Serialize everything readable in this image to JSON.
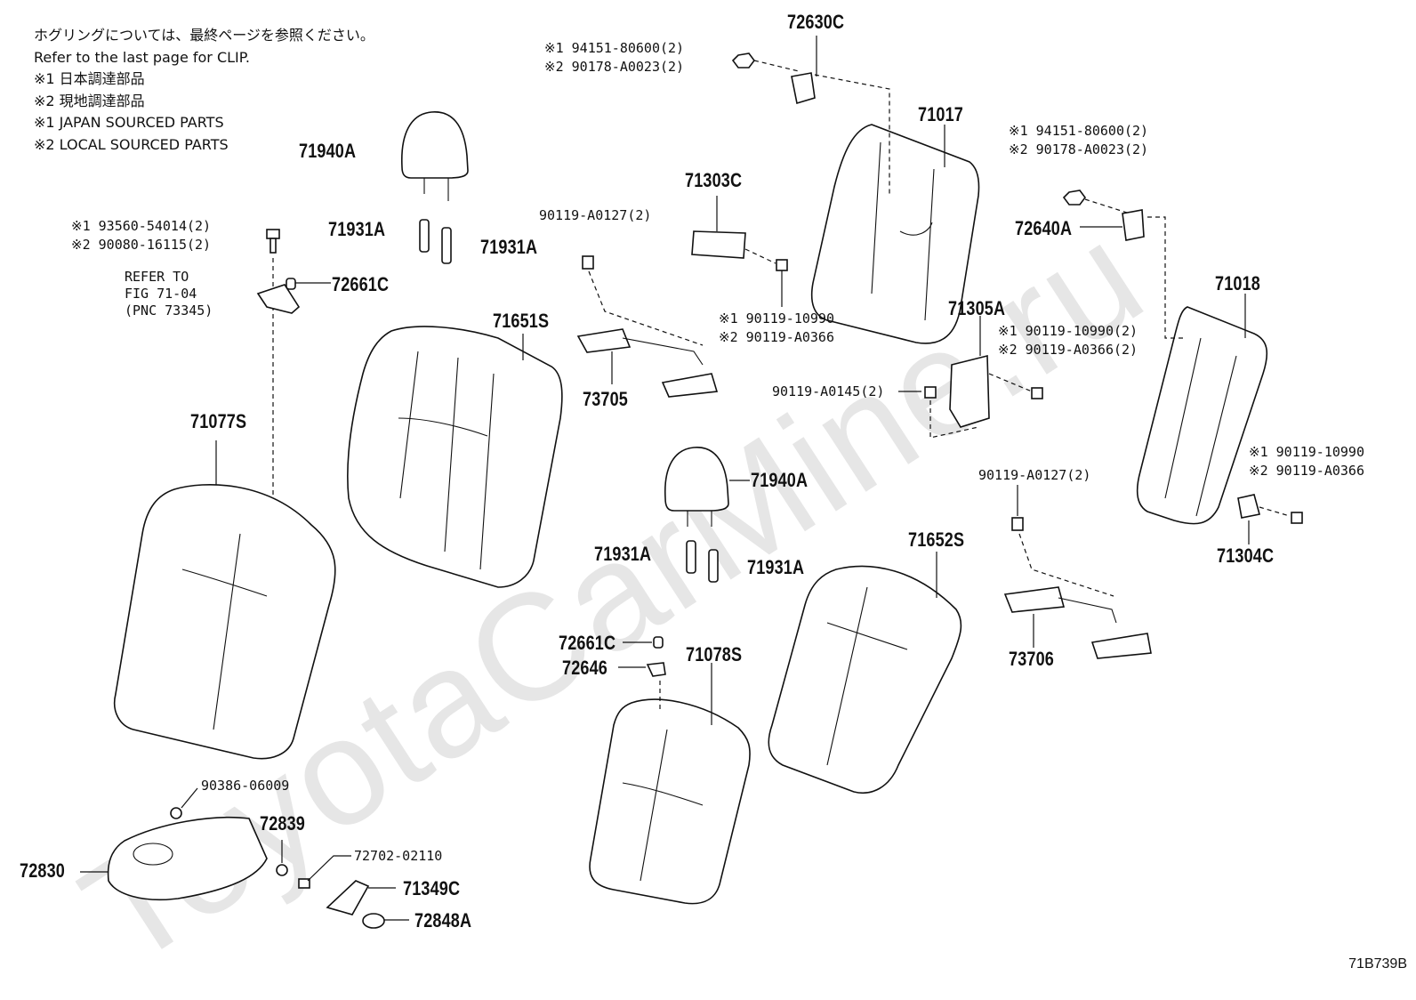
{
  "notes": [
    "ホグリングについては、最終ページを参照ください。",
    "Refer to the last page for CLIP.",
    "※1 日本調達部品",
    "※2 現地調達部品",
    "※1 JAPAN SOURCED PARTS",
    "※2 LOCAL SOURCED PARTS"
  ],
  "labels": {
    "p72630C": "72630C",
    "p71017": "71017",
    "p71018": "71018",
    "p71940A_1": "71940A",
    "p71940A_2": "71940A",
    "p71931A_1": "71931A",
    "p71931A_2": "71931A",
    "p71931A_3": "71931A",
    "p71931A_4": "71931A",
    "p72661C_1": "72661C",
    "p72661C_2": "72661C",
    "p71651S": "71651S",
    "p71652S": "71652S",
    "p71077S": "71077S",
    "p71078S": "71078S",
    "p71303C": "71303C",
    "p71304C": "71304C",
    "p71305A": "71305A",
    "p72640A": "72640A",
    "p73705": "73705",
    "p73706": "73706",
    "p72646": "72646",
    "p72830": "72830",
    "p72839": "72839",
    "p71349C": "71349C",
    "p72848A": "72848A",
    "s90119_A0127_a": "90119-A0127(2)",
    "s90119_A0127_b": "90119-A0127(2)",
    "s90119_A0145": "90119-A0145(2)",
    "s90386": "90386-06009",
    "s72702": "72702-02110"
  },
  "pairs": {
    "top_nut": [
      "※1 94151-80600(2)",
      "※2 90178-A0023(2)"
    ],
    "right_nut": [
      "※1 94151-80600(2)",
      "※2 90178-A0023(2)"
    ],
    "left_bolt": [
      "※1 93560-54014(2)",
      "※2 90080-16115(2)"
    ],
    "bolt_71303C": [
      "※1 90119-10990",
      "※2 90119-A0366"
    ],
    "bolt_71305A": [
      "※1 90119-10990(2)",
      "※2 90119-A0366(2)"
    ],
    "bolt_71304C": [
      "※1 90119-10990",
      "※2 90119-A0366"
    ]
  },
  "refer": [
    "REFER TO",
    "FIG 71-04",
    "(PNC 73345)"
  ],
  "watermark": "ToyotaCarMine.ru",
  "figure_code": "71B739B"
}
